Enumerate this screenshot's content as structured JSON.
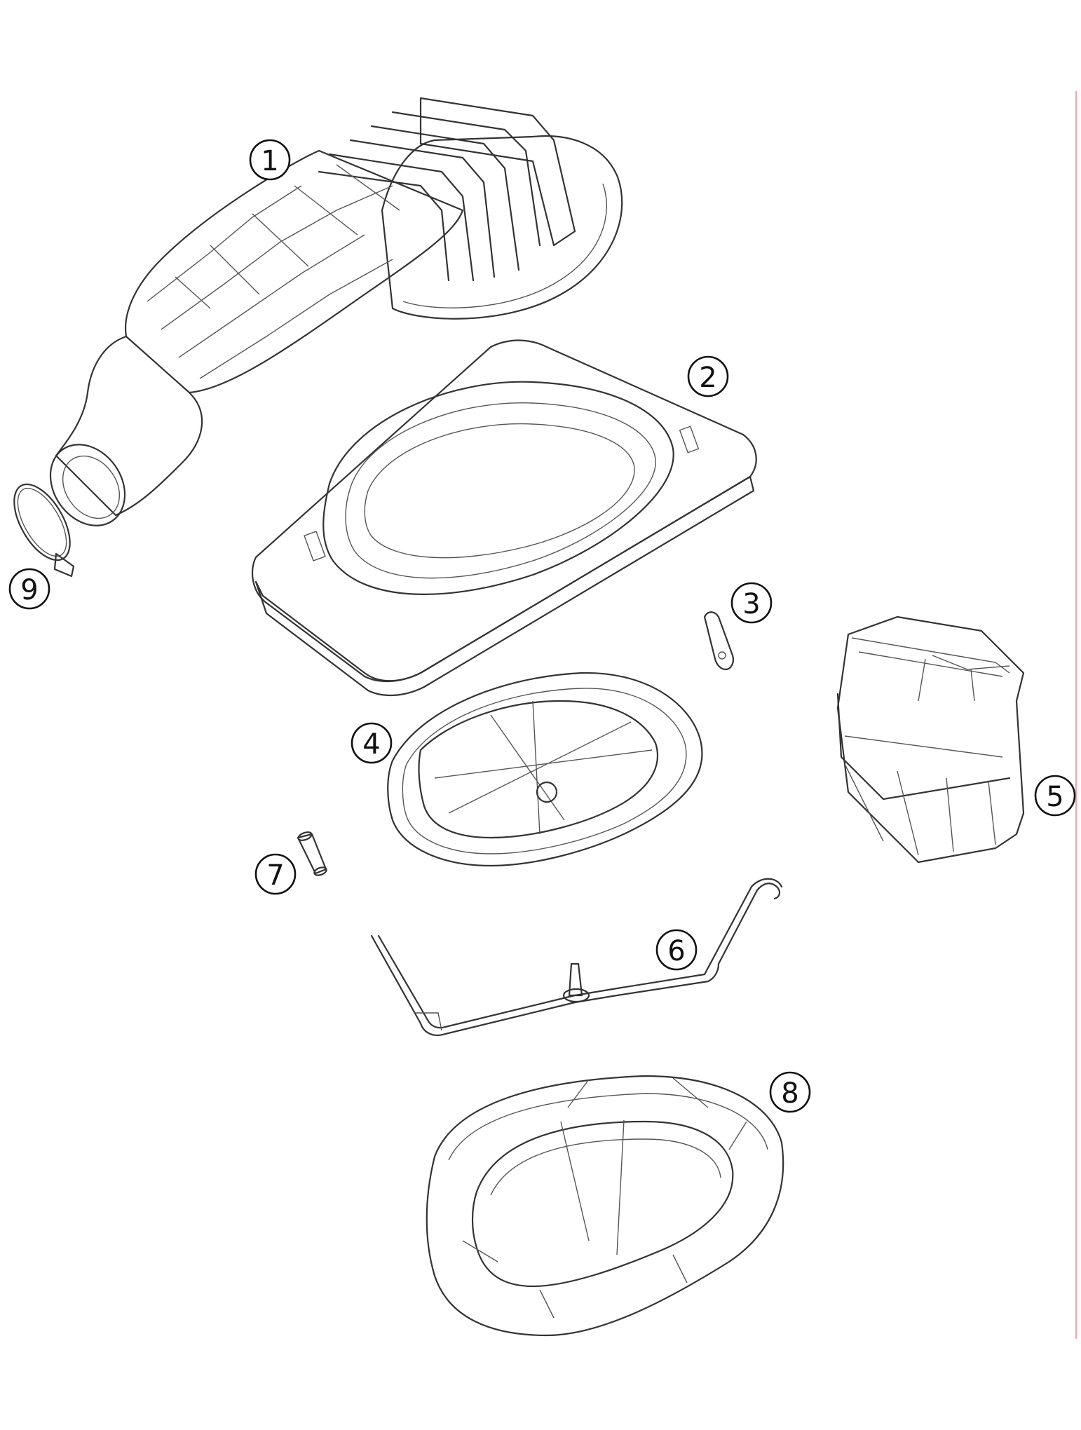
{
  "callouts": [
    "1",
    "2",
    "3",
    "4",
    "5",
    "6",
    "7",
    "8",
    "9"
  ],
  "parts": [
    {
      "id": "1",
      "icon": "air-intake-boot-icon"
    },
    {
      "id": "2",
      "icon": "airbox-lid-icon"
    },
    {
      "id": "3",
      "icon": "clip-icon"
    },
    {
      "id": "4",
      "icon": "filter-cage-icon"
    },
    {
      "id": "5",
      "icon": "intake-duct-icon"
    },
    {
      "id": "6",
      "icon": "retaining-bracket-icon"
    },
    {
      "id": "7",
      "icon": "pin-icon"
    },
    {
      "id": "8",
      "icon": "air-filter-icon"
    },
    {
      "id": "9",
      "icon": "hose-clamp-icon"
    }
  ],
  "colors": {
    "line": "#333333",
    "margin": "#e7a7b4"
  }
}
